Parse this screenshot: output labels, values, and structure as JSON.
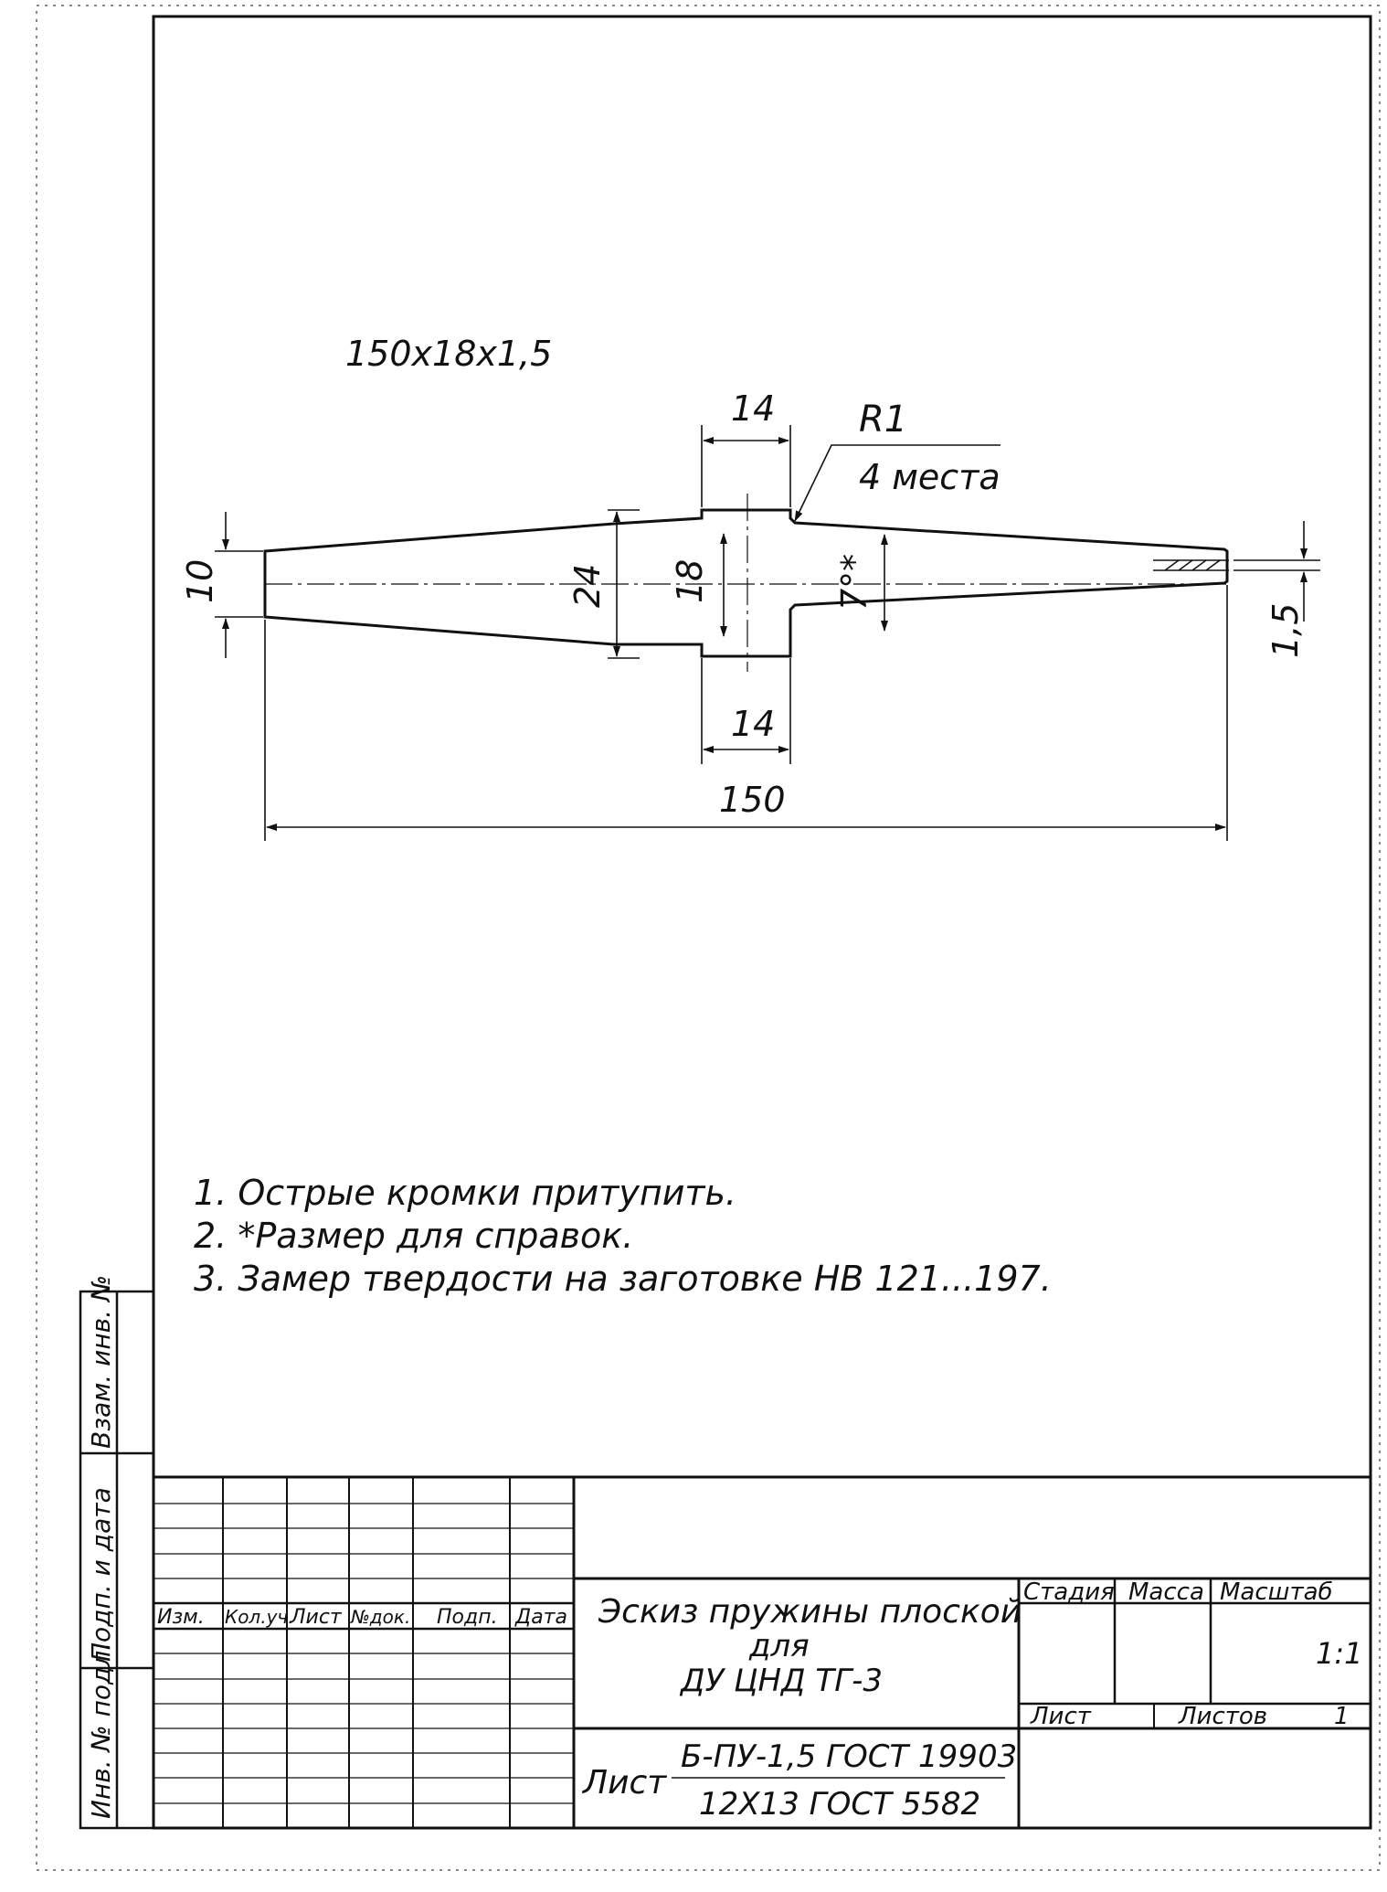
{
  "blank": {
    "designation": "150x18x1,5"
  },
  "dimensions": {
    "top_hub_width": "14",
    "radius": "R1",
    "radius_places": "4 места",
    "end_height": "10",
    "shoulder_height": "24",
    "hub_height": "18",
    "taper_angle": "7°*",
    "thickness": "1,5",
    "bottom_hub_width": "14",
    "overall_length": "150"
  },
  "notes": [
    "1. Острые кромки притупить.",
    "2. *Размер для справок.",
    "3. Замер твердости на заготовке НВ 121...197."
  ],
  "side_stamp": {
    "cells": [
      "Взам. инв. №",
      "Подп. и дата",
      "Инв. № подл."
    ]
  },
  "title_block": {
    "col_headers": [
      "Изм.",
      "Кол.уч.",
      "Лист",
      "№док.",
      "Подп.",
      "Дата"
    ],
    "title_lines": [
      "Эскиз пружины плоской",
      "для",
      "ДУ ЦНД ТГ-3"
    ],
    "stage_label": "Стадия",
    "mass_label": "Масса",
    "scale_label": "Масштаб",
    "scale_value": "1:1",
    "sheet_label": "Лист",
    "sheets_label": "Листов",
    "sheets_value": "1",
    "material_prefix": "Лист",
    "material_top": "Б-ПУ-1,5 ГОСТ 19903",
    "material_bottom": "12Х13 ГОСТ 5582"
  }
}
